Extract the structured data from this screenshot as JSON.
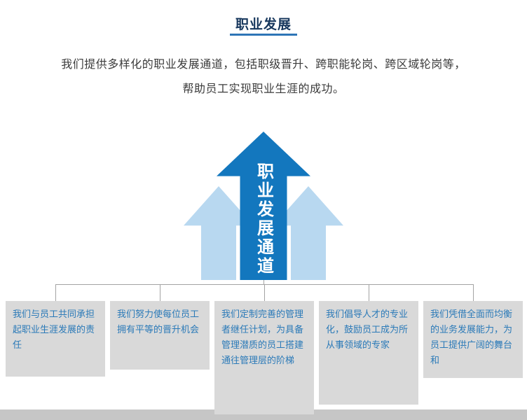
{
  "page": {
    "title": "职业发展",
    "intro_line1": "我们提供多样化的职业发展通道，包括职级晋升、跨职能轮岗、跨区域轮岗等，",
    "intro_line2": "帮助员工实现职业生涯的成功。"
  },
  "diagram": {
    "arrow_label": "职业发展通道",
    "boxes": [
      {
        "text": "我们与员工共同承担起职业生涯发展的责任"
      },
      {
        "text": "我们努力使每位员工拥有平等的晋升机会"
      },
      {
        "text": "我们定制完善的管理者继任计划，为具备管理潜质的员工搭建通往管理层的阶梯"
      },
      {
        "text": "我们倡导人才的专业化，鼓励员工成为所从事领域的专家"
      },
      {
        "text": "我们凭借全面而均衡的业务发展能力，为员工提供广阔的舞台和"
      }
    ]
  },
  "colors": {
    "title_text": "#17375d",
    "title_underline": "#2e75b6",
    "intro_text": "#3b3b3b",
    "main_arrow": "#1377be",
    "side_arrow": "#b8d8f0",
    "arrow_label_text": "#ffffff",
    "connector_line": "#a3a3a3",
    "box_background": "#d9d9d9",
    "box_text": "#2b7ab8",
    "footer_strip": "#c6c6c6"
  }
}
